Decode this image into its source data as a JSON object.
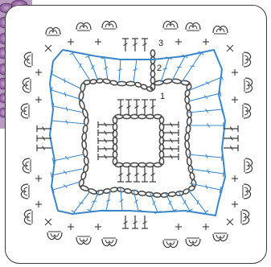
{
  "diagram": {
    "round_labels": [
      "1",
      "2",
      "3"
    ],
    "colors": {
      "chain": "#4d4d4d",
      "stitch": "#3a3a3a",
      "blue_round": "#3a86c8",
      "frame": "#3a3a3a",
      "photo_yarn": "#9c6fa6"
    }
  }
}
